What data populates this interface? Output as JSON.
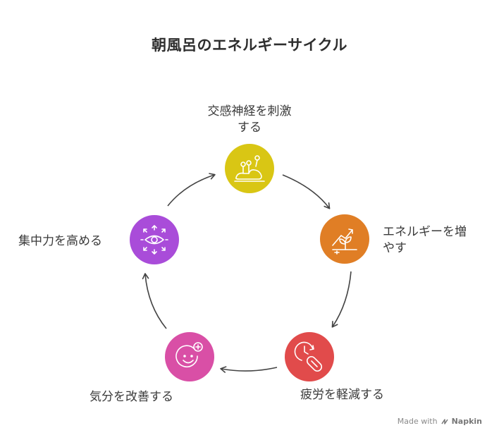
{
  "title": "朝風呂のエネルギーサイクル",
  "nodes": [
    {
      "label_lines": [
        "交感神経を刺激",
        "する"
      ],
      "icon": "nerve-stimulation-icon",
      "color": "#D9C614"
    },
    {
      "label_lines": [
        "エネルギーを増",
        "やす"
      ],
      "icon": "growing-plant-icon",
      "color": "#E07E25"
    },
    {
      "label_lines": [
        "疲労を軽減する"
      ],
      "icon": "pill-clock-icon",
      "color": "#E14B4B"
    },
    {
      "label_lines": [
        "気分を改善する"
      ],
      "icon": "smiley-plus-icon",
      "color": "#D94FA6"
    },
    {
      "label_lines": [
        "集中力を高める"
      ],
      "icon": "focus-eye-icon",
      "color": "#A94CD9"
    }
  ],
  "footer": {
    "prefix": "Made with",
    "brand": "Napkin"
  }
}
